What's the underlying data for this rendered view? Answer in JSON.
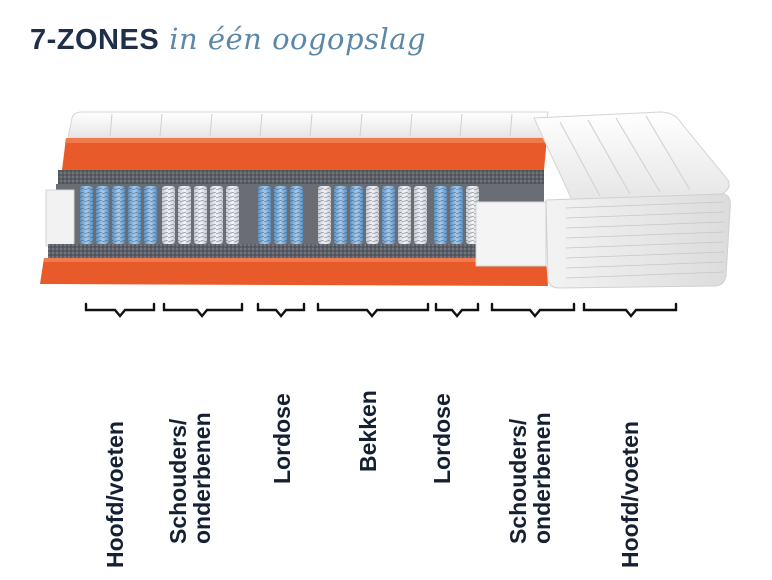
{
  "title": {
    "strong": "7-ZONES",
    "script": "in één oogopslag"
  },
  "colors": {
    "orange": "#e85a2a",
    "blue": "#7fb0dc",
    "white_spring": "#e9ebee",
    "foam": "#f5f5f5",
    "text": "#152033",
    "script": "#5b88a8"
  },
  "zones": [
    {
      "line1": "Hoofd/voeten",
      "line2": ""
    },
    {
      "line1": "Schouders/",
      "line2": "onderbenen"
    },
    {
      "line1": "Lordose",
      "line2": ""
    },
    {
      "line1": "Bekken",
      "line2": ""
    },
    {
      "line1": "Lordose",
      "line2": ""
    },
    {
      "line1": "Schouders/",
      "line2": "onderbenen"
    },
    {
      "line1": "Hoofd/voeten",
      "line2": ""
    }
  ]
}
